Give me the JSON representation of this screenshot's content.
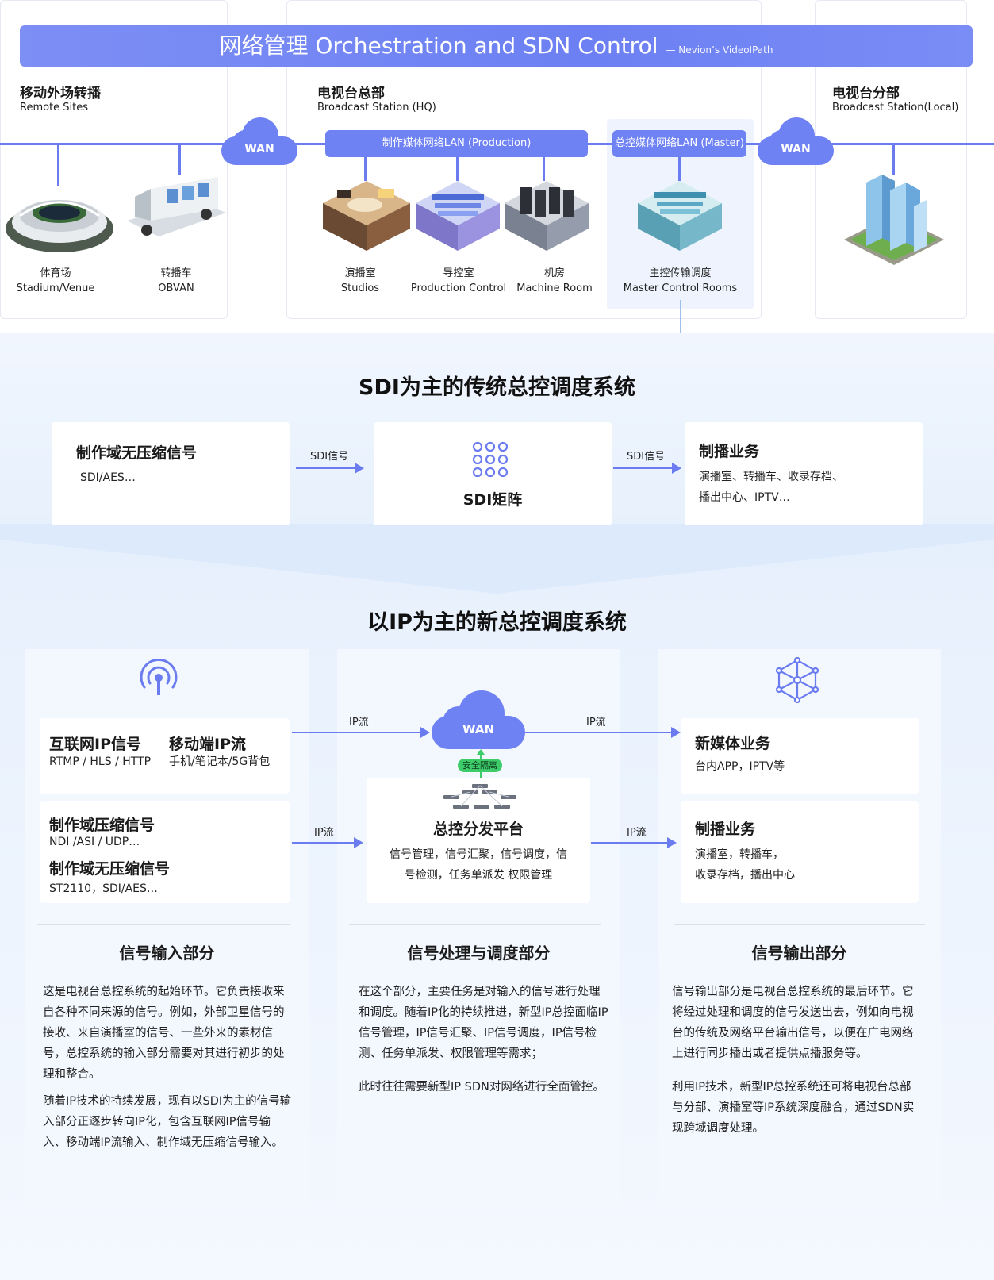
{
  "banner": {
    "title": "网络管理 Orchestration and SDN Control",
    "subtitle": "— Nevion’s VideoIPath"
  },
  "top": {
    "remote": {
      "title": "移动外场转播",
      "subtitle": "Remote Sites"
    },
    "hq": {
      "title": "电视台总部",
      "subtitle": "Broadcast Station (HQ)"
    },
    "local": {
      "title": "电视台分部",
      "subtitle": "Broadcast Station(Local)"
    },
    "wan_left": "WAN",
    "wan_right": "WAN",
    "lan_production": "制作媒体网络LAN (Production)",
    "lan_master": "总控媒体网络LAN (Master)",
    "items": [
      {
        "cn": "体育场",
        "en": "Stadium/Venue"
      },
      {
        "cn": "转播车",
        "en": "OBVAN"
      },
      {
        "cn": "演播室",
        "en": "Studios"
      },
      {
        "cn": "导控室",
        "en": "Production Control"
      },
      {
        "cn": "机房",
        "en": "Machine Room"
      },
      {
        "cn": "主控传输调度",
        "en": "Master Control Rooms"
      }
    ]
  },
  "sdi": {
    "title": "SDI为主的传统总控调度系统",
    "left_title": "制作域无压缩信号",
    "left_text": "SDI/AES…",
    "arrow_left": "SDI信号",
    "center_title": "SDI矩阵",
    "arrow_right": "SDI信号",
    "right_title": "制播业务",
    "right_text_1": "演播室、转播车、收录存档、",
    "right_text_2": "播出中心、IPTV…"
  },
  "ip": {
    "title": "以IP为主的新总控调度系统",
    "internet_title": "互联网IP信号",
    "internet_text": "RTMP / HLS / HTTP",
    "mobile_title": "移动端IP流",
    "mobile_text": "手机/笔记本/5G背包",
    "compressed_title": "制作域压缩信号",
    "compressed_text": "NDI /ASI / UDP…",
    "uncompressed_title": "制作域无压缩信号",
    "uncompressed_text": "ST2110，SDI/AES…",
    "arrow_top_left": "IP流",
    "arrow_top_right": "IP流",
    "arrow_bottom_left": "IP流",
    "arrow_bottom_right": "IP流",
    "wan": "WAN",
    "badge": "安全隔离",
    "platform_title": "总控分发平台",
    "platform_text_1": "信号管理，信号汇聚，信号调度，信",
    "platform_text_2": "号检测，任务单派发 权限管理",
    "newmedia_title": "新媒体业务",
    "newmedia_text": "台内APP，IPTV等",
    "broadcast_title": "制播业务",
    "broadcast_text_1": "演播室，转播车，",
    "broadcast_text_2": "收录存档，播出中心"
  },
  "sections": {
    "input": {
      "title": "信号输入部分",
      "p1": "这是电视台总控系统的起始环节。它负责接收来自各种不同来源的信号。例如，外部卫星信号的接收、来自演播室的信号、一些外来的素材信号，总控系统的输入部分需要对其进行初步的处理和整合。",
      "p2": "随着IP技术的持续发展，现有以SDI为主的信号输入部分正逐步转向IP化，包含互联网IP信号输入、移动端IP流输入、制作域无压缩信号输入。"
    },
    "process": {
      "title": "信号处理与调度部分",
      "p1": "在这个部分，主要任务是对输入的信号进行处理和调度。随着IP化的持续推进，新型IP总控面临IP信号管理，IP信号汇聚、IP信号调度，IP信号检测、任务单派发、权限管理等需求；",
      "p2": "此时往往需要新型IP SDN对网络进行全面管控。"
    },
    "output": {
      "title": "信号输出部分",
      "p1": "信号输出部分是电视台总控系统的最后环节。它将经过处理和调度的信号发送出去，例如向电视台的传统及网络平台输出信号，以便在广电网络上进行同步播出或者提供点播服务等。",
      "p2": "利用IP技术，新型IP总控系统还可将电视台总部与分部、演播室等IP系统深度融合，通过SDN实现跨域调度处理。"
    }
  },
  "colors": {
    "accent": "#6f82f3",
    "badge": "#3ecc6b"
  }
}
